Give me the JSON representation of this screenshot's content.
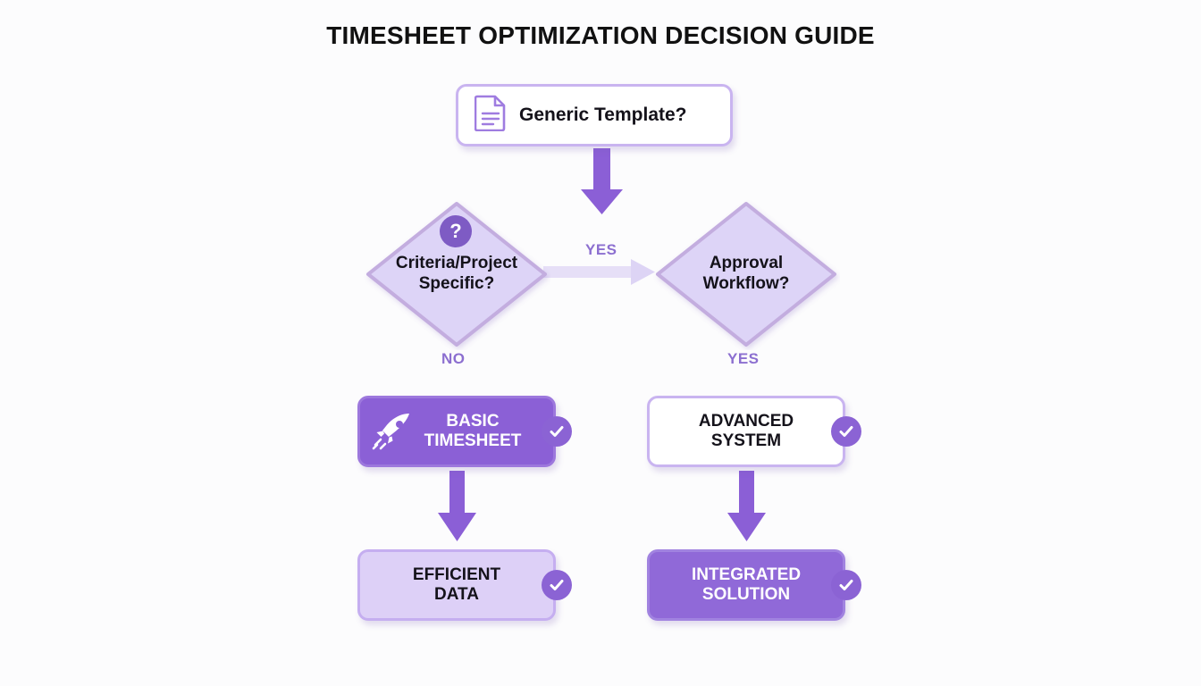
{
  "page": {
    "title": "TIMESHEET OPTIMIZATION DECISION GUIDE",
    "background_color": "#fcfcfd"
  },
  "colors": {
    "accent_purple": "#8b60d6",
    "deep_purple": "#7e5bc4",
    "light_lavender": "#ddd0f7",
    "border_lavender": "#c9b4f0",
    "arrow_purple": "#8b5fd6",
    "arrow_pale": "#e3dbf7",
    "label_purple": "#8c6fd0",
    "text_dark": "#14121a",
    "text_light": "#ffffff"
  },
  "nodes": {
    "start": {
      "label": "Generic Template?",
      "icon": "document-icon",
      "shape": "rounded-rect",
      "fill": "white"
    },
    "criteria": {
      "label": "Criteria/Project Specific?",
      "line1": "Criteria/Project",
      "line2": "Specific?",
      "icon": "question-badge-icon",
      "shape": "diamond",
      "fill": "lavender"
    },
    "approval": {
      "label": "Approval Workflow?",
      "line1": "Approval",
      "line2": "Workflow?",
      "shape": "diamond",
      "fill": "lavender"
    },
    "basic": {
      "label": "BASIC TIMESHEET",
      "line1": "BASIC",
      "line2": "TIMESHEET",
      "icon": "rocket-icon",
      "badge": "check-badge-icon",
      "shape": "rounded-rect",
      "fill": "purple"
    },
    "advanced": {
      "label": "ADVANCED SYSTEM",
      "line1": "ADVANCED",
      "line2": "SYSTEM",
      "badge": "check-badge-icon",
      "shape": "rounded-rect",
      "fill": "white"
    },
    "efficient": {
      "label": "EFFICIENT DATA",
      "line1": "EFFICIENT",
      "line2": "DATA",
      "badge": "check-badge-icon",
      "shape": "rounded-rect",
      "fill": "light-lavender"
    },
    "integrated": {
      "label": "INTEGRATED SOLUTION",
      "line1": "INTEGRATED",
      "line2": "SOLUTION",
      "badge": "check-badge-icon",
      "shape": "rounded-rect",
      "fill": "purple"
    }
  },
  "edges": [
    {
      "from": "start",
      "to": "criteria",
      "label": "",
      "direction": "down"
    },
    {
      "from": "criteria",
      "to": "approval",
      "label": "YES",
      "direction": "right"
    },
    {
      "from": "criteria",
      "to": "basic",
      "label": "NO",
      "direction": "down"
    },
    {
      "from": "approval",
      "to": "advanced",
      "label": "YES",
      "direction": "down"
    },
    {
      "from": "basic",
      "to": "efficient",
      "label": "",
      "direction": "down"
    },
    {
      "from": "advanced",
      "to": "integrated",
      "label": "",
      "direction": "down"
    }
  ],
  "edge_labels": {
    "yes_middle": "YES",
    "no_left": "NO",
    "yes_right": "YES"
  }
}
